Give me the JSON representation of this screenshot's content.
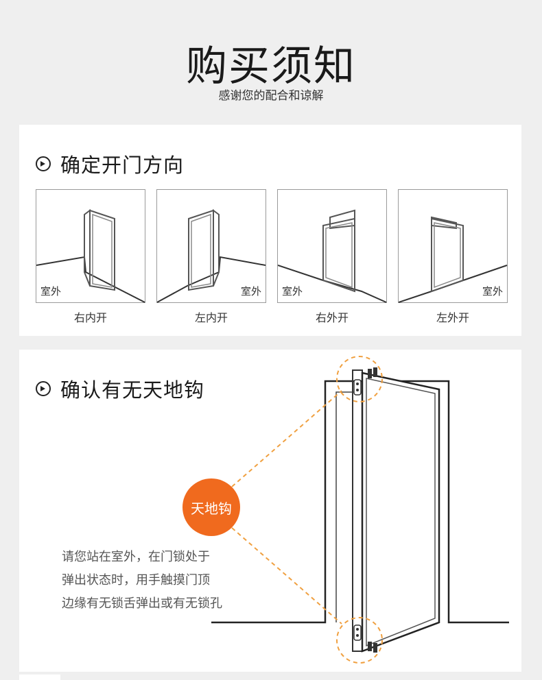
{
  "header": {
    "title": "购买须知",
    "subtitle": "感谢您的配合和谅解"
  },
  "section1": {
    "title": "确定开门方向",
    "doors": [
      {
        "caption": "右内开",
        "outside_label": "室外",
        "label_side": "left"
      },
      {
        "caption": "左内开",
        "outside_label": "室外",
        "label_side": "right"
      },
      {
        "caption": "右外开",
        "outside_label": "室外",
        "label_side": "left"
      },
      {
        "caption": "左外开",
        "outside_label": "室外",
        "label_side": "right"
      }
    ]
  },
  "section2": {
    "title": "确认有无天地钩",
    "badge": "天地钩",
    "note_lines": [
      "请您站在室外，在门锁处于",
      "弹出状态时，用手触摸门顶",
      "边缘有无锁舌弹出或有无锁孔"
    ]
  },
  "colors": {
    "accent": "#f06a1e",
    "dashed_circle": "#f0a040",
    "background": "#efefef"
  }
}
